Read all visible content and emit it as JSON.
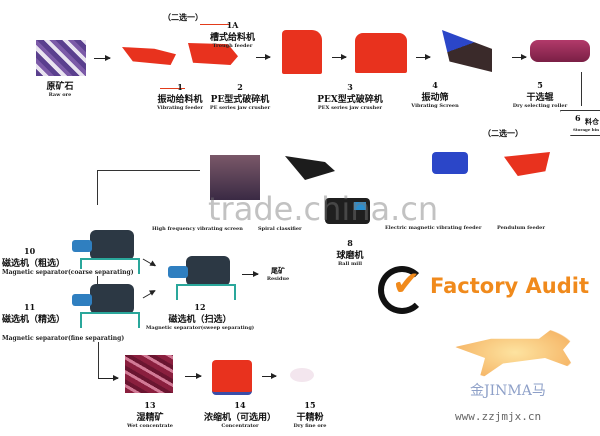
{
  "option_note": "（二选一）",
  "raw_ore": {
    "cn": "原矿石",
    "en": "Raw ore"
  },
  "steps": [
    {
      "num": "1",
      "cn": "振动给料机",
      "en": "Vibrating feeder"
    },
    {
      "num": "1A",
      "cn": "槽式给料机",
      "en": "Trough feeder"
    },
    {
      "num": "2",
      "cn": "PE型式破碎机",
      "en": "PE series jaw crusher"
    },
    {
      "num": "3",
      "cn": "PEX型式破碎机",
      "en": "PEX series jaw crusher"
    },
    {
      "num": "4",
      "cn": "振动筛",
      "en": "Vibrating Screen"
    },
    {
      "num": "5",
      "cn": "干选辊",
      "en": "Dry selecting roller"
    },
    {
      "num": "6",
      "cn": "料仓",
      "en": "Storage bin"
    },
    {
      "num": "",
      "cn": "",
      "en": "High frequency vibrating screen"
    },
    {
      "num": "",
      "cn": "",
      "en": "Spiral classifier"
    },
    {
      "num": "",
      "cn": "",
      "en": "Electric magnetic vibrating feeder"
    },
    {
      "num": "",
      "cn": "",
      "en": "Pendulum feeder"
    },
    {
      "num": "8",
      "cn": "球磨机",
      "en": "Ball mill"
    },
    {
      "num": "10",
      "cn": "磁选机（粗选）",
      "en": "Magnetic separator(coarse separating)"
    },
    {
      "num": "11",
      "cn": "磁选机（精选）",
      "en": "Magnetic separator(fine separating)"
    },
    {
      "num": "12",
      "cn": "磁选机（扫选）",
      "en": "Magnetic separator(sweep separating)"
    },
    {
      "num": "13",
      "cn": "湿精矿",
      "en": "Wet concentrate"
    },
    {
      "num": "14",
      "cn": "浓缩机（可选用）",
      "en": "Concentrator"
    },
    {
      "num": "15",
      "cn": "干精粉",
      "en": "Dry fine ore"
    }
  ],
  "residue": {
    "cn": "尾矿",
    "en": "Residue"
  },
  "watermark": "trade.china.cn",
  "badge": {
    "text": "Factory Audit",
    "color": "#f08a1c"
  },
  "brand": {
    "name": "金JINMA马",
    "url": "www.zzjmjx.cn"
  },
  "colors": {
    "machine_red": "#e8321e",
    "screen_blue": "#2b46c8",
    "separator_dark": "#2c3844"
  }
}
